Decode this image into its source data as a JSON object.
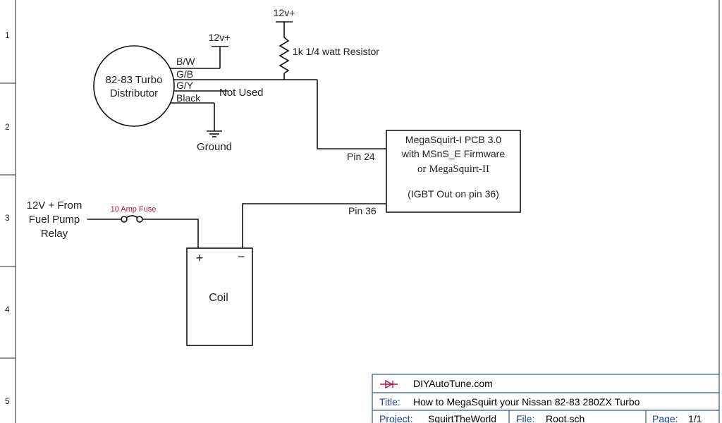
{
  "border": {
    "row_numbers": [
      "1",
      "2",
      "3",
      "4",
      "5"
    ]
  },
  "distributor": {
    "label_line1": "82-83 Turbo",
    "label_line2": "Distributor",
    "wires": [
      "B/W",
      "G/B",
      "G/Y",
      "Black"
    ]
  },
  "supply_12v_a": "12v+",
  "supply_12v_b": "12v+",
  "resistor_label": "1k 1/4 watt Resistor",
  "not_used_label": "Not Used",
  "ground_label": "Ground",
  "ecu": {
    "line1": "MegaSquirt-I PCB 3.0",
    "line2": "with MSnS_E Firmware",
    "line3": "or MegaSquirt-II",
    "line4": "(IGBT Out on pin 36)",
    "pin24": "Pin 24",
    "pin36": "Pin 36"
  },
  "fuel_pump": {
    "line1": "12V + From",
    "line2": "Fuel Pump",
    "line3": "Relay"
  },
  "fuse_label": "10 Amp Fuse",
  "coil": {
    "label": "Coil",
    "plus": "+",
    "minus": "−"
  },
  "title_block": {
    "company": "DIYAutoTune.com",
    "title_key": "Title:",
    "title_value": "How to MegaSquirt your Nissan 82-83 280ZX Turbo",
    "project_key": "Project:",
    "project_value": "SquirtTheWorld",
    "file_key": "File:",
    "file_value": "Root.sch",
    "page_key": "Page:",
    "page_value": "1/1"
  },
  "colors": {
    "wire": "#111111",
    "fuse_label": "#b0104a",
    "title_block": "#2a4fa0"
  }
}
